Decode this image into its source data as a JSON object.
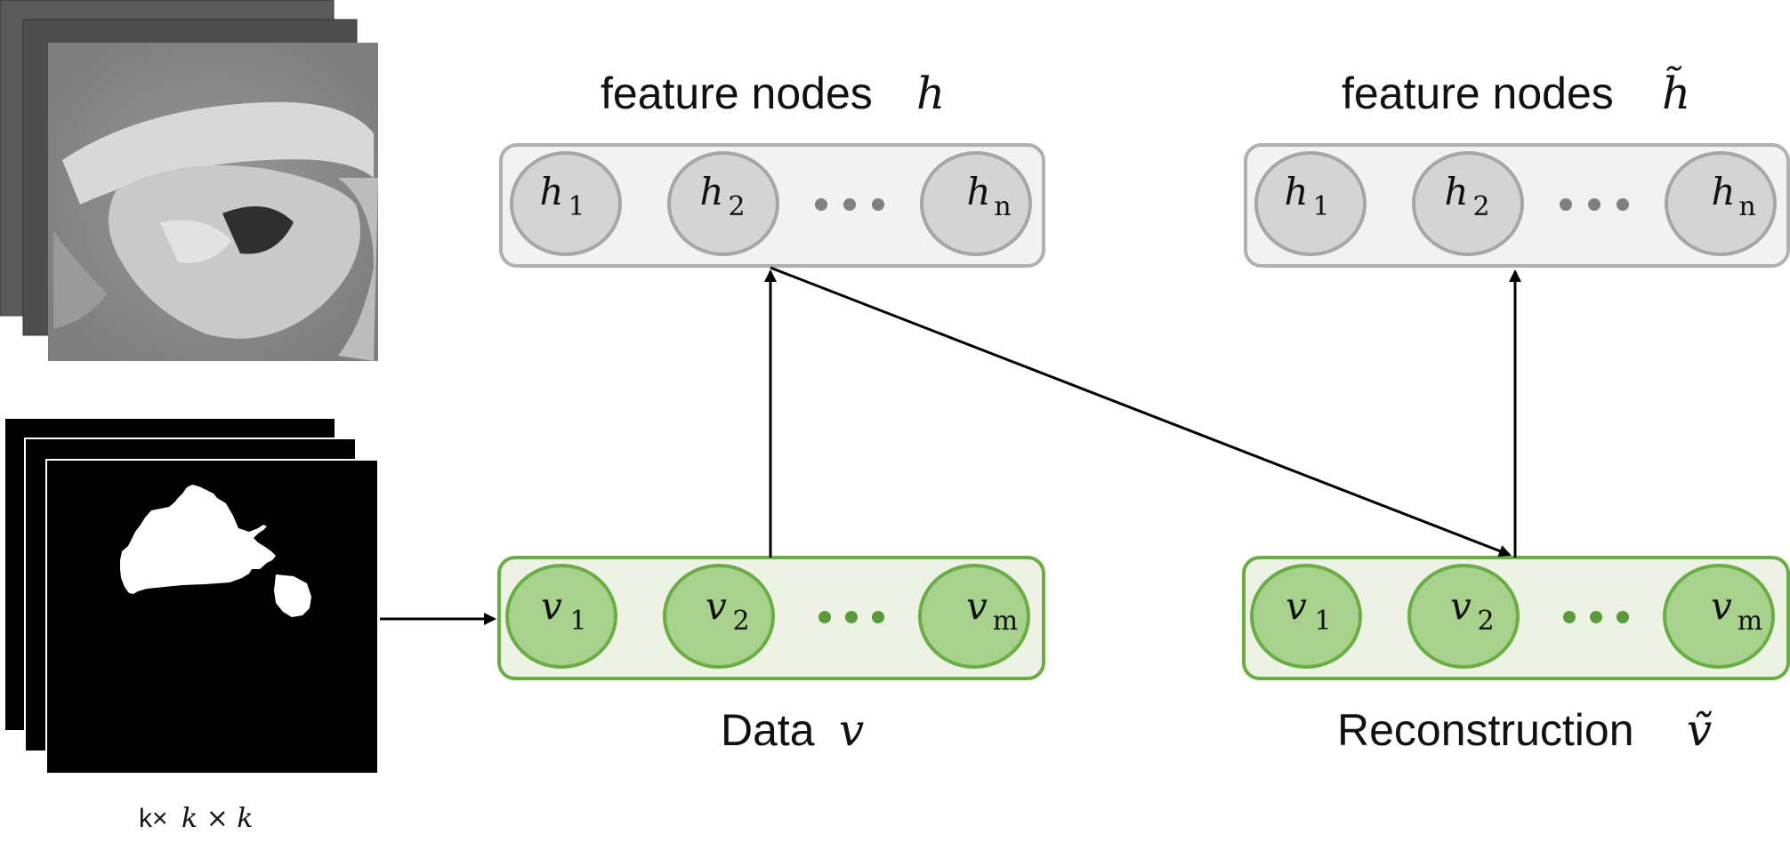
{
  "left_panel": {
    "mri_stack_label": "",
    "mask_stack_size_prefix": "k×",
    "mask_stack_size_math": "k × k"
  },
  "hidden_layer": {
    "title_text": "feature nodes",
    "title_symbol": "h",
    "nodes": [
      {
        "symbol": "h",
        "subscript": "1"
      },
      {
        "symbol": "h",
        "subscript": "2"
      },
      {
        "symbol": "h",
        "subscript": "n"
      }
    ]
  },
  "hidden_layer_recon": {
    "title_text": "feature nodes",
    "title_symbol": "h̃",
    "nodes": [
      {
        "symbol": "h",
        "subscript": "1"
      },
      {
        "symbol": "h",
        "subscript": "2"
      },
      {
        "symbol": "h",
        "subscript": "n"
      }
    ]
  },
  "visible_layer": {
    "caption_text": "Data",
    "caption_symbol": "v",
    "nodes": [
      {
        "symbol": "v",
        "subscript": "1"
      },
      {
        "symbol": "v",
        "subscript": "2"
      },
      {
        "symbol": "v",
        "subscript": "m"
      }
    ]
  },
  "visible_layer_recon": {
    "caption_text": "Reconstruction",
    "caption_symbol": "ṽ",
    "nodes": [
      {
        "symbol": "v",
        "subscript": "1"
      },
      {
        "symbol": "v",
        "subscript": "2"
      },
      {
        "symbol": "v",
        "subscript": "m"
      }
    ]
  },
  "colors": {
    "hidden_fill": "#f2f2f2",
    "hidden_stroke": "#b0b0b0",
    "hidden_node": "#d4d4d4",
    "visible_fill": "#eef2e4",
    "visible_stroke": "#6aad45",
    "visible_node": "#a9d18e",
    "arrow": "#000000"
  }
}
